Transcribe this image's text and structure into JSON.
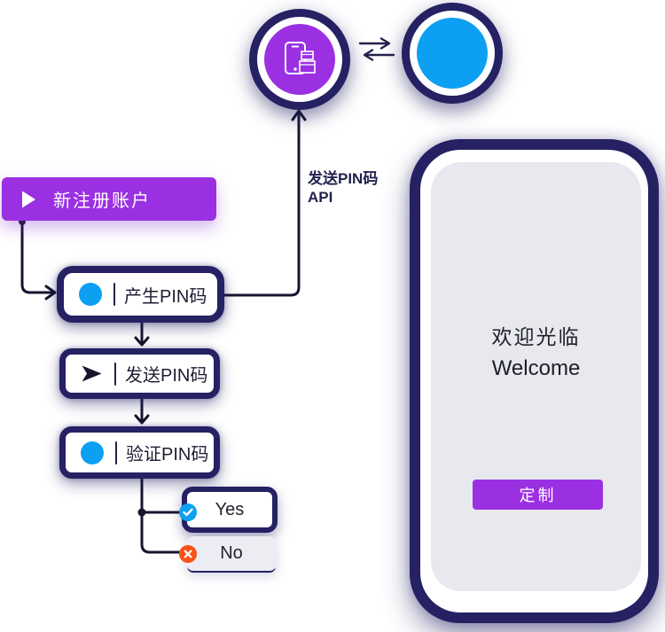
{
  "colors": {
    "navy": "#252163",
    "purple": "#9b30e3",
    "blue": "#0d9ff2",
    "orange": "#f95116",
    "line": "#15152f",
    "screen": "#e7e9ee",
    "no_box": "#ecedf3",
    "text_dark": "#1d1d33"
  },
  "api_circles": {
    "device_circle_icon": "phone-and-boxes-icon",
    "app_circle_icon": "blue-app-circle",
    "exchange_icon": "bidirectional-arrows-icon"
  },
  "api_label": {
    "line1": "发送PIN码",
    "line2": "API"
  },
  "flow": {
    "trigger": {
      "label": "新注册账户",
      "icon": "play-icon"
    },
    "steps": [
      {
        "label": "产生PIN码",
        "icon": "blue-dot-icon"
      },
      {
        "label": "发送PIN码",
        "icon": "send-icon"
      },
      {
        "label": "验证PIN码",
        "icon": "blue-dot-icon"
      }
    ],
    "branches": [
      {
        "label": "Yes",
        "icon": "check-icon"
      },
      {
        "label": "No",
        "icon": "cross-icon"
      }
    ]
  },
  "phone": {
    "greeting_line1": "欢迎光临",
    "greeting_line2": "Welcome",
    "button_label": "定制"
  }
}
